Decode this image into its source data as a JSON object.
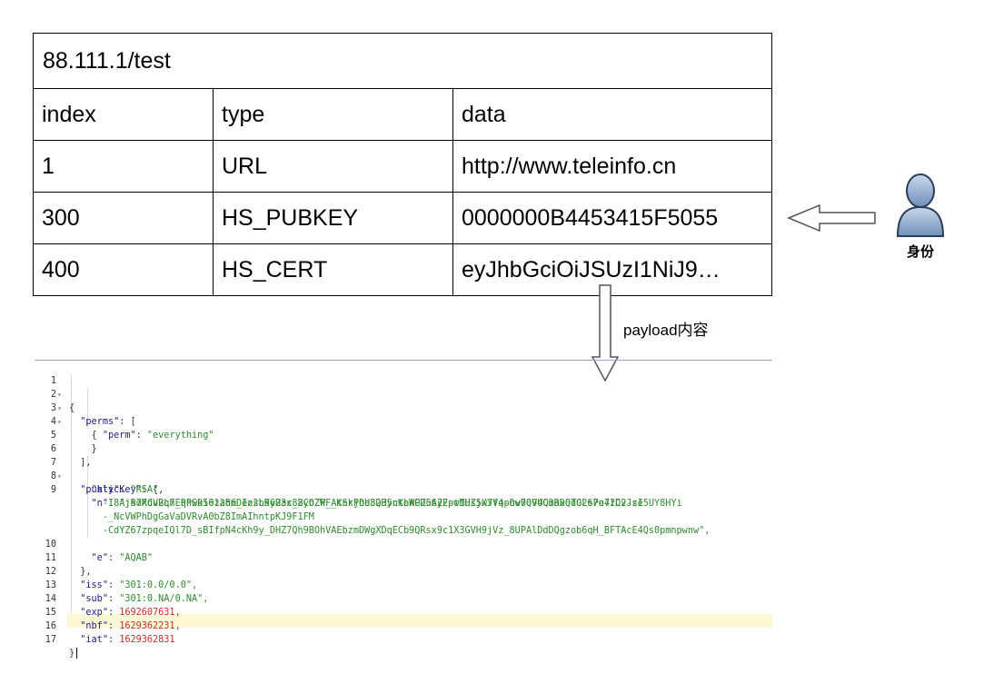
{
  "record": {
    "title": "88.111.1/test",
    "header": {
      "index": "index",
      "type": "type",
      "data": "data"
    },
    "rows": [
      {
        "index": "1",
        "type": "URL",
        "data": "http://www.teleinfo.cn"
      },
      {
        "index": "300",
        "type": "HS_PUBKEY",
        "data": "0000000B4453415F5055"
      },
      {
        "index": "400",
        "type": "HS_CERT",
        "data": "eyJhbGciOiJSUzI1NiJ9…"
      }
    ]
  },
  "identity": {
    "label": "身份",
    "icon": "person-icon"
  },
  "payload": {
    "label": "payload内容"
  },
  "colors": {
    "key": "#1a1a8c",
    "string": "#2e8b2e",
    "number": "#cc2b2b",
    "active_line": "#fcf8d5",
    "editor_border": "#8aa9dd"
  },
  "code": {
    "line_numbers": [
      "1",
      "2",
      "3",
      "4",
      "5",
      "6",
      "7",
      "8",
      "9",
      "10",
      "11",
      "12",
      "13",
      "14",
      "15",
      "16",
      "17"
    ],
    "brace_open": "{",
    "perms_key": "\"perms\"",
    "perms_open": ": [",
    "obj_open": "{",
    "perm_key": "\"perm\"",
    "perm_val": "\"everything\"",
    "obj_close": "}",
    "perms_close": "],",
    "pubkey_key": "\"publicKey\"",
    "pubkey_open": ": {",
    "kty_key": "\"kty\"",
    "kty_val": "\"RSA\"",
    "n_key": "\"n\"",
    "n_val_1": "\"jsdXCV2L7EqnSD501a86Den2LK62ac_2yOZP_AtnkPOU8QHyctbAPZ56Z2ptMUsjwYV4phv7094C3RDQdOLsPu4IC2-zI5UY8HYi",
    "n_val_2": "-I8AjB7RduBqh_PPwki6z2hm_Izsb9yH3x88CbZWF_KSrjha3235nKeWGDuAyF-w1HZ5XJfq-Ow0QVUQmox0TG267e7zDvJse",
    "n_val_3": "-_NcVWPhDgGaVaDVRvA0bZ8ImAIhntpKJ9F1FM",
    "n_val_4": "-CdYZ67zpqeIQl7D_sBIfpN4cKh9y_DHZ7Qh9BOhVAEbzmDWgXDqECb9QRsx9c1X3GVH9jVz_8UPAlDdDQgzob6qH_BFTAcE4Qs0pmnpwnw\",",
    "e_key": "\"e\"",
    "e_val": "\"AQAB\"",
    "pubkey_close": "},",
    "iss_key": "\"iss\"",
    "iss_val": "\"301:0.0/0.0\",",
    "sub_key": "\"sub\"",
    "sub_val": "\"301:0.NA/0.NA\",",
    "exp_key": "\"exp\"",
    "exp_val": "1692607631,",
    "nbf_key": "\"nbf\"",
    "nbf_val": "1629362231,",
    "iat_key": "\"iat\"",
    "iat_val": "1629362831",
    "brace_close": "}"
  }
}
